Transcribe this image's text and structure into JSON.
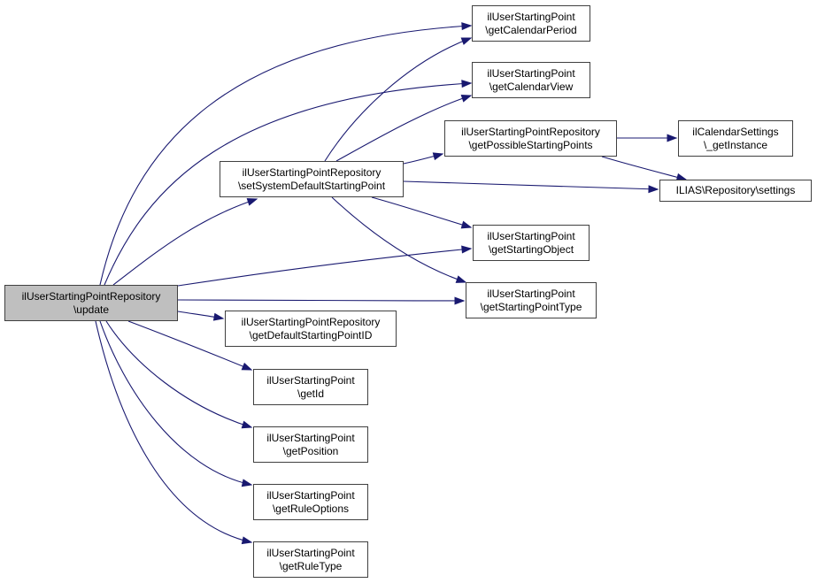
{
  "diagram": {
    "type": "call-graph",
    "colors": {
      "edge": "#191970",
      "root_fill": "#bfbfbf",
      "node_fill": "#ffffff",
      "node_border": "#404040"
    },
    "nodes": [
      {
        "id": "update",
        "line1": "ilUserStartingPointRepository",
        "line2": "\\update",
        "root": true
      },
      {
        "id": "getCalendarPeriod",
        "line1": "ilUserStartingPoint",
        "line2": "\\getCalendarPeriod"
      },
      {
        "id": "getCalendarView",
        "line1": "ilUserStartingPoint",
        "line2": "\\getCalendarView"
      },
      {
        "id": "getPossibleStartingPoints",
        "line1": "ilUserStartingPointRepository",
        "line2": "\\getPossibleStartingPoints"
      },
      {
        "id": "getInstance",
        "line1": "ilCalendarSettings",
        "line2": "\\_getInstance"
      },
      {
        "id": "settings",
        "line1": "ILIAS\\Repository\\settings",
        "line2": ""
      },
      {
        "id": "setSystemDefaultStartingPoint",
        "line1": "ilUserStartingPointRepository",
        "line2": "\\setSystemDefaultStartingPoint"
      },
      {
        "id": "getStartingObject",
        "line1": "ilUserStartingPoint",
        "line2": "\\getStartingObject"
      },
      {
        "id": "getStartingPointType",
        "line1": "ilUserStartingPoint",
        "line2": "\\getStartingPointType"
      },
      {
        "id": "getDefaultStartingPointID",
        "line1": "ilUserStartingPointRepository",
        "line2": "\\getDefaultStartingPointID"
      },
      {
        "id": "getId",
        "line1": "ilUserStartingPoint",
        "line2": "\\getId"
      },
      {
        "id": "getPosition",
        "line1": "ilUserStartingPoint",
        "line2": "\\getPosition"
      },
      {
        "id": "getRuleOptions",
        "line1": "ilUserStartingPoint",
        "line2": "\\getRuleOptions"
      },
      {
        "id": "getRuleType",
        "line1": "ilUserStartingPoint",
        "line2": "\\getRuleType"
      }
    ],
    "edges": [
      {
        "from": "update",
        "to": "getCalendarPeriod"
      },
      {
        "from": "update",
        "to": "getCalendarView"
      },
      {
        "from": "update",
        "to": "setSystemDefaultStartingPoint"
      },
      {
        "from": "update",
        "to": "getStartingObject"
      },
      {
        "from": "update",
        "to": "getStartingPointType"
      },
      {
        "from": "update",
        "to": "getDefaultStartingPointID"
      },
      {
        "from": "update",
        "to": "getId"
      },
      {
        "from": "update",
        "to": "getPosition"
      },
      {
        "from": "update",
        "to": "getRuleOptions"
      },
      {
        "from": "update",
        "to": "getRuleType"
      },
      {
        "from": "setSystemDefaultStartingPoint",
        "to": "getCalendarPeriod"
      },
      {
        "from": "setSystemDefaultStartingPoint",
        "to": "getCalendarView"
      },
      {
        "from": "setSystemDefaultStartingPoint",
        "to": "getPossibleStartingPoints"
      },
      {
        "from": "setSystemDefaultStartingPoint",
        "to": "settings"
      },
      {
        "from": "setSystemDefaultStartingPoint",
        "to": "getStartingObject"
      },
      {
        "from": "setSystemDefaultStartingPoint",
        "to": "getStartingPointType"
      },
      {
        "from": "getPossibleStartingPoints",
        "to": "getInstance"
      },
      {
        "from": "getPossibleStartingPoints",
        "to": "settings"
      }
    ]
  }
}
